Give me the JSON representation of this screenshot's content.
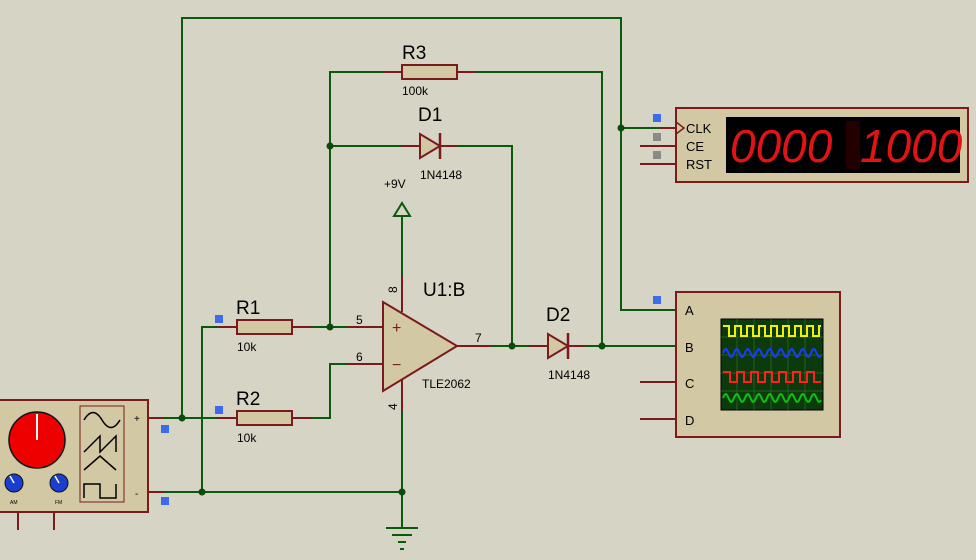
{
  "components": {
    "r1": {
      "ref": "R1",
      "value": "10k"
    },
    "r2": {
      "ref": "R2",
      "value": "10k"
    },
    "r3": {
      "ref": "R3",
      "value": "100k"
    },
    "d1": {
      "ref": "D1",
      "value": "1N4148"
    },
    "d2": {
      "ref": "D2",
      "value": "1N4148"
    },
    "opamp": {
      "ref": "U1:B",
      "value": "TLE2062",
      "pin_noninv": "5",
      "pin_inv": "6",
      "pin_out": "7",
      "pin_vplus": "8",
      "pin_vminus": "4",
      "plus_sign": "+",
      "minus_sign": "−"
    },
    "supply": {
      "label": "+9V"
    }
  },
  "counter": {
    "pins": [
      "CLK",
      "CE",
      "RST"
    ],
    "digits_left": "0000",
    "digits_right": "1000",
    "segment_color": "#e01414"
  },
  "oscilloscope": {
    "channels": [
      "A",
      "B",
      "C",
      "D"
    ],
    "trace_colors": [
      "#f0f000",
      "#1a3cff",
      "#ff2020",
      "#10c010"
    ]
  },
  "generator": {
    "plus": "+",
    "minus": "-",
    "knob1": "AM",
    "knob2": "FM"
  },
  "colors": {
    "wire": "#0a5a0a",
    "component": "#7a1a1a",
    "body_fill": "#d2c8a4",
    "node": "#0a4a0a",
    "probe": "#3b6cf0"
  }
}
